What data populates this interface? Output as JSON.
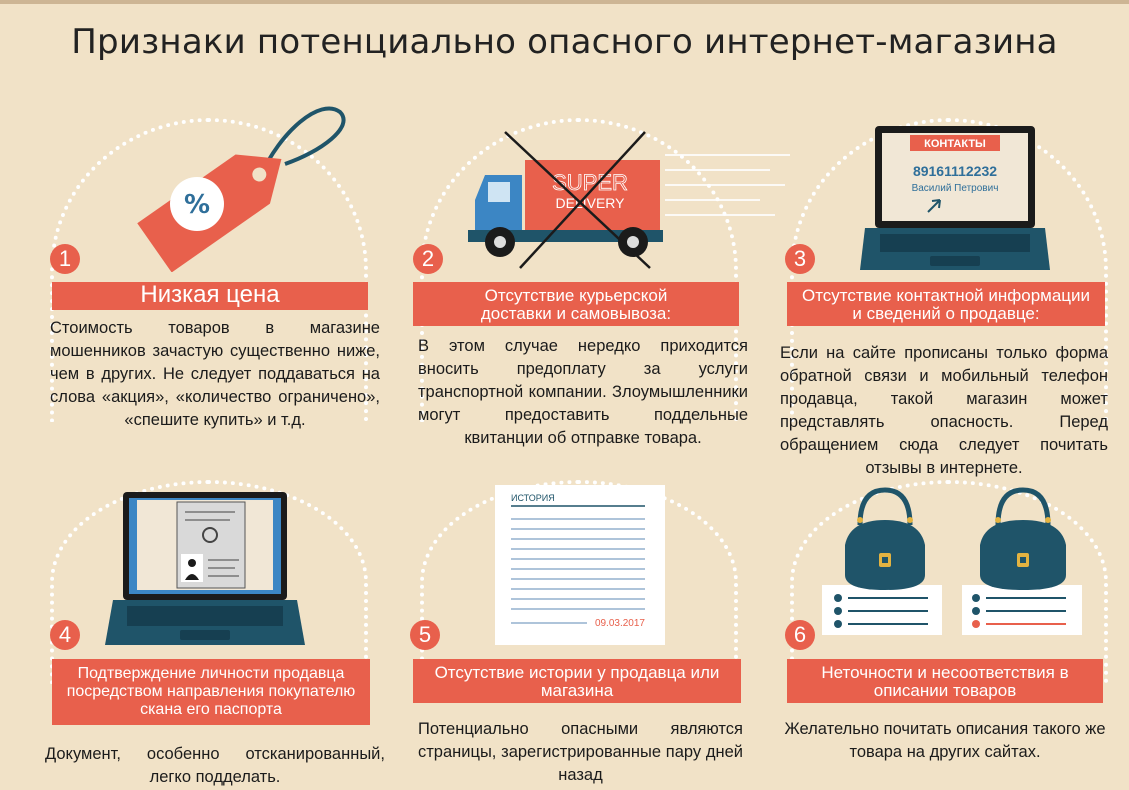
{
  "title": "Признаки потенциально опасного интернет-магазина",
  "cards": [
    {
      "number": "1",
      "heading": "Низкая цена",
      "text": "Стоимость товаров в магазине мошенников зачастую существенно ниже, чем в других. Не следует поддаваться на слова «акция», «количество ограничено», «спешите купить» и т.д.",
      "icon": "price-tag-icon"
    },
    {
      "number": "2",
      "heading": "Отсутствие курьерской доставки и самовывоза:",
      "text": "В этом случае нередко приходится вносить предоплату за услуги транспортной компании. Злоумышленники могут предоставить поддельные квитанции об отправке товара.",
      "icon": "crossed-truck-icon",
      "truck_text_1": "SUPER",
      "truck_text_2": "DELIVERY"
    },
    {
      "number": "3",
      "heading": "Отсутствие контактной информации и сведений о продавце:",
      "text": "Если на сайте прописаны только форма обратной связи и мобильный телефон продавца, такой магазин может представлять опасность. Перед обращением сюда следует почитать отзывы в интернете.",
      "icon": "laptop-contacts-icon",
      "screen_label": "КОНТАКТЫ",
      "screen_phone": "89161112232",
      "screen_name": "Василий Петрович"
    },
    {
      "number": "4",
      "heading": "Подтверждение личности продавца посредством направления покупателю скана его паспорта",
      "text": "Документ, особенно отсканированный, легко подделать.",
      "icon": "laptop-passport-icon"
    },
    {
      "number": "5",
      "heading": "Отсутствие истории у продавца или магазина",
      "text": "Потенциально опасными являются страницы, зарегистрированные пару дней назад",
      "icon": "history-document-icon",
      "doc_label": "ИСТОРИЯ",
      "doc_date": "09.03.2017"
    },
    {
      "number": "6",
      "heading": "Неточности и несоответствия в описании товаров",
      "text": "Желательно почитать описания такого же товара на других сайтах.",
      "icon": "handbags-compare-icon"
    }
  ],
  "colors": {
    "background": "#f1e2c7",
    "accent": "#e8604c",
    "dark_teal": "#1f5469",
    "light_blue": "#4a90c8"
  }
}
